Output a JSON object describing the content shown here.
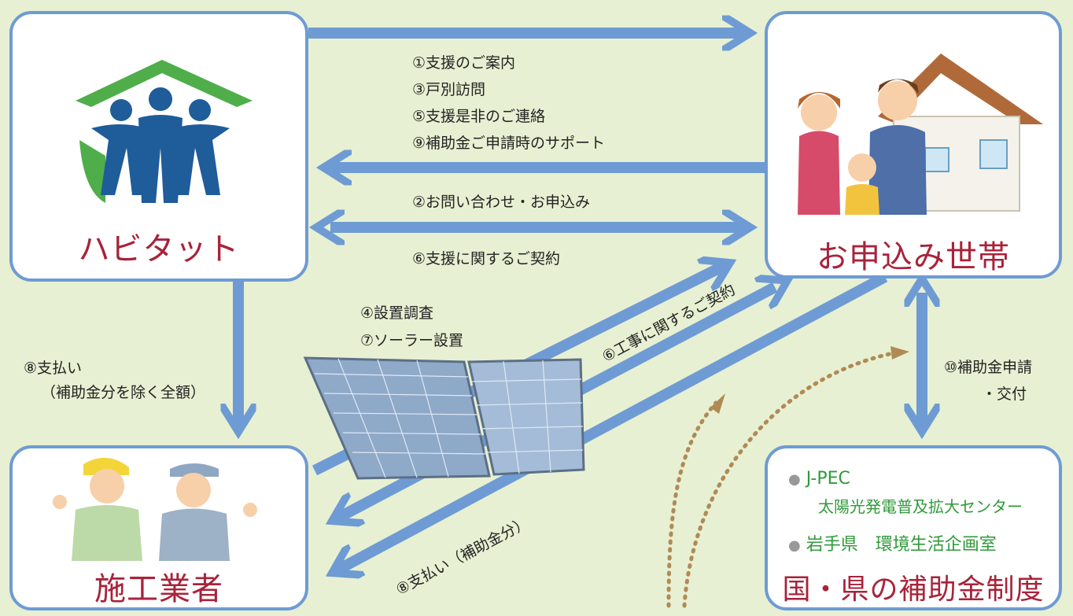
{
  "nodes": {
    "habitat": {
      "title": "ハビタット"
    },
    "household": {
      "title": "お申込み世帯"
    },
    "contractor": {
      "title": "施工業者"
    },
    "subsidy": {
      "title": "国・県の補助金制度",
      "org1": "J-PEC",
      "org1_sub": "太陽光発電普及拡大センター",
      "org2": "岩手県　環境生活企画室",
      "bullet": "●"
    }
  },
  "flows": {
    "habitat_to_household": [
      "①支援のご案内",
      "③戸別訪問",
      "⑤支援是非のご連絡",
      "⑨補助金ご申請時のサポート"
    ],
    "household_to_habitat": "②お問い合わせ・お申込み",
    "mutual_contract": "⑥支援に関するご契約",
    "contractor_to_household": [
      "④設置調査",
      "⑦ソーラー設置"
    ],
    "construction_contract": "⑥工事に関するご契約",
    "habitat_to_contractor": [
      "⑧支払い",
      "（補助金分を除く全額）"
    ],
    "household_to_contractor": "⑧支払い（補助金分）",
    "household_subsidy": [
      "⑩補助金申請",
      "・交付"
    ]
  },
  "colors": {
    "arrow": "#6e9bd4",
    "title_red": "#a8233a",
    "org_green": "#2f9a3a",
    "dotted_brown": "#b08a55",
    "background": "#e7f0d2"
  }
}
